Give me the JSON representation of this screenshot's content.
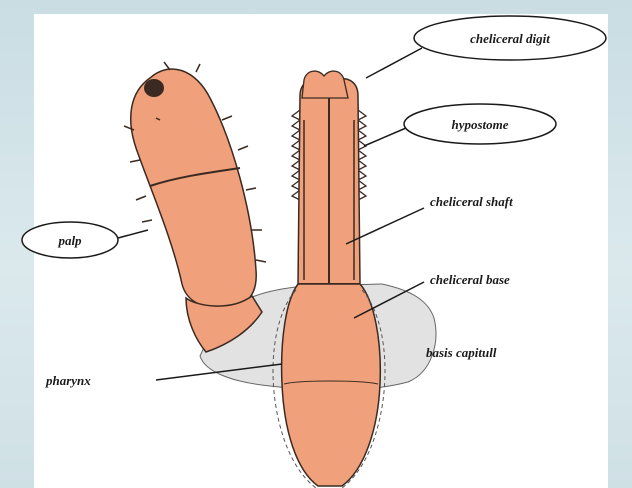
{
  "diagram": {
    "labels": {
      "chelicera_digit": "cheliceral digit",
      "hypostome": "hypostome",
      "chelicera_shaft": "cheliceral shaft",
      "chelicera_base": "cheliceral base",
      "basis_capituli": "basis capitull",
      "palp": "palp",
      "pharynx": "pharynx"
    },
    "colors": {
      "tissue": "#f0a07a",
      "tissue_outline": "#3a2a22",
      "basis": "#e2e2e2",
      "panel": "#ffffff"
    }
  }
}
